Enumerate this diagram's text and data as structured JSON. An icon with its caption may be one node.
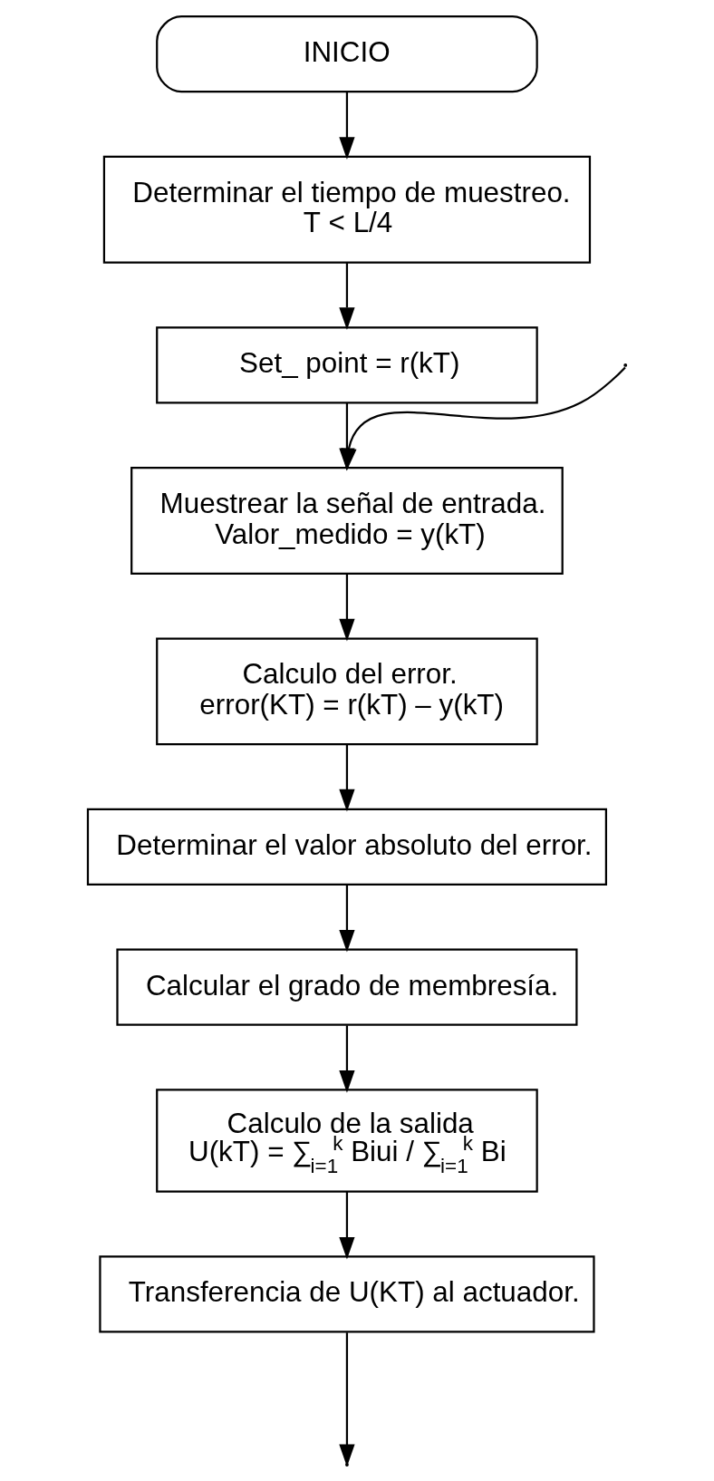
{
  "diagram": {
    "nodes": [
      {
        "text": [
          "INICIO"
        ]
      },
      {
        "text": [
          "Determinar el tiempo de muestreo.",
          "T < L/4"
        ]
      },
      {
        "text": [
          "Set_ point = r(kT)"
        ]
      },
      {
        "text": [
          "Muestrear la señal de entrada.",
          "Valor_medido = y(kT)"
        ]
      },
      {
        "text": [
          "Calculo del error.",
          "error(KT) = r(kT) – y(kT)"
        ]
      },
      {
        "text": [
          "Determinar el valor absoluto del error."
        ]
      },
      {
        "text": [
          "Calcular el grado de membresía."
        ]
      },
      {
        "text": [
          "Calculo de la salida",
          "U(kT) = ∑$_{i=1}$$^{k}$ Biui / ∑$_{i=1}$$^{k}$ Bi"
        ]
      },
      {
        "text": [
          "Transferencia de U(KT) al actuador."
        ]
      }
    ],
    "edges": [
      {
        "from": 0,
        "to": 1,
        "arrow": "to"
      },
      {
        "from": 1,
        "to": 2,
        "arrow": "to"
      },
      {
        "from": 2,
        "to": 3,
        "arrow": "to"
      },
      {
        "from": null,
        "to": 3,
        "arrow": "to"
      },
      {
        "from": 3,
        "to": 4,
        "arrow": "to"
      },
      {
        "from": 4,
        "to": 5,
        "arrow": "to"
      },
      {
        "from": 5,
        "to": 6,
        "arrow": "to"
      },
      {
        "from": 6,
        "to": 7,
        "arrow": "to"
      },
      {
        "from": 7,
        "to": 8,
        "arrow": "to"
      },
      {
        "from": 8,
        "to": null,
        "arrow": "to"
      }
    ]
  }
}
